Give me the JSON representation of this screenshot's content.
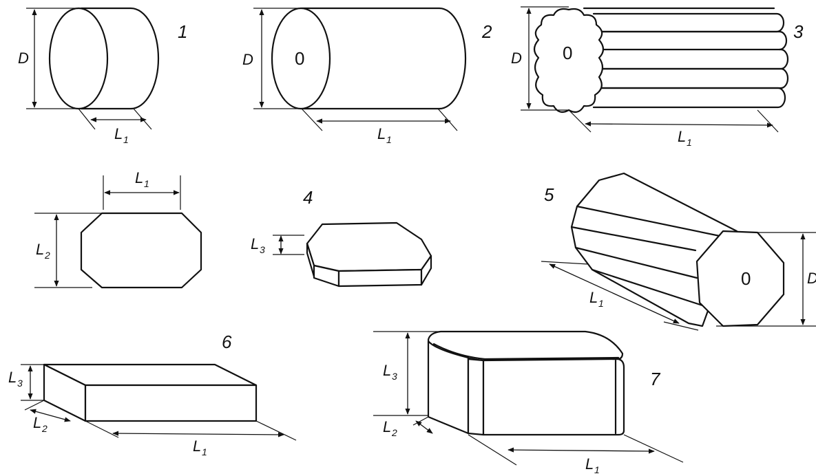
{
  "figure": {
    "shapes": [
      {
        "number": "1",
        "dims": {
          "diameter": "D",
          "length": "L",
          "length_sub": "1"
        }
      },
      {
        "number": "2",
        "dims": {
          "diameter": "D",
          "length": "L",
          "length_sub": "1",
          "center": "0"
        }
      },
      {
        "number": "3",
        "dims": {
          "diameter": "D",
          "length": "L",
          "length_sub": "1",
          "center": "0"
        }
      },
      {
        "number": "4",
        "dims": {
          "l1": "L",
          "l1_sub": "1",
          "l2": "L",
          "l2_sub": "2",
          "l3": "L",
          "l3_sub": "3"
        }
      },
      {
        "number": "5",
        "dims": {
          "diameter": "D",
          "length": "L",
          "length_sub": "1",
          "center": "0"
        }
      },
      {
        "number": "6",
        "dims": {
          "l1": "L",
          "l1_sub": "1",
          "l2": "L",
          "l2_sub": "2",
          "l3": "L",
          "l3_sub": "3"
        }
      },
      {
        "number": "7",
        "dims": {
          "l1": "L",
          "l1_sub": "1",
          "l2": "L",
          "l2_sub": "2",
          "l3": "L",
          "l3_sub": "3"
        }
      }
    ]
  }
}
